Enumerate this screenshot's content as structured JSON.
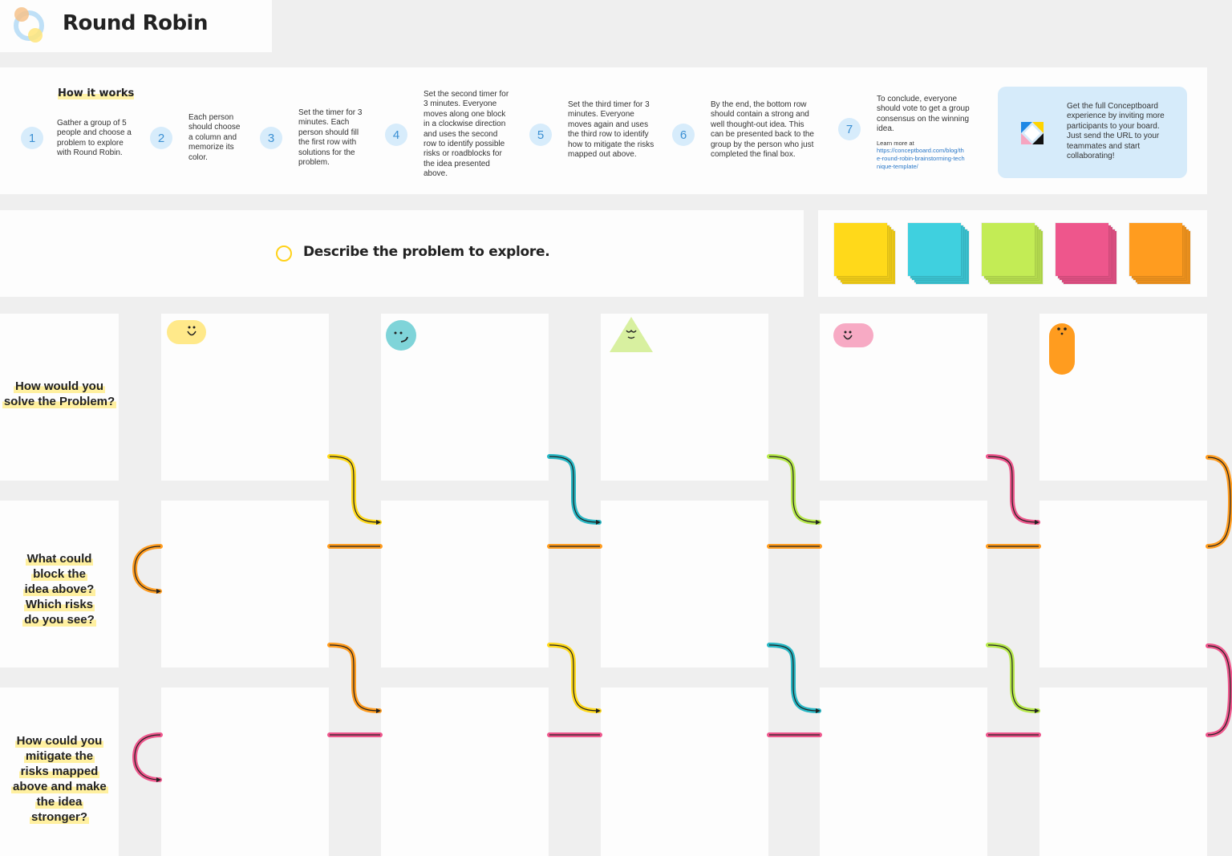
{
  "header": {
    "title": "Round Robin"
  },
  "how_it_works": {
    "title": "How it works",
    "steps": [
      {
        "num": "1",
        "text": "Gather a group of 5 people and choose a problem to explore with Round Robin."
      },
      {
        "num": "2",
        "text": "Each person should choose a column and memorize its color."
      },
      {
        "num": "3",
        "text": "Set the timer for 3 minutes. Each person should fill the first row with solutions for the problem."
      },
      {
        "num": "4",
        "text": "Set the second timer for 3 minutes. Everyone moves along one block in a clockwise direction and uses the second row to identify possible risks or roadblocks for the idea presented above."
      },
      {
        "num": "5",
        "text": "Set the third timer for 3 minutes. Everyone moves again and uses the third row to identify how to mitigate the risks mapped out above."
      },
      {
        "num": "6",
        "text": "By the end, the bottom row should contain a strong and well thought-out idea. This can be presented back to the group by the person who just completed the final box."
      },
      {
        "num": "7",
        "text": "To conclude, everyone should vote to get a group consensus on the winning idea."
      }
    ],
    "learn_more_label": "Learn more at",
    "learn_more_url": "https://conceptboard.com/blog/the-round-robin-brainstorming-technique-template/",
    "cta_text": "Get the full Conceptboard experience by inviting more participants to your board. Just send the URL to your teammates and start collaborating!"
  },
  "problem_prompt": "Describe the problem to explore.",
  "sticky_colors": [
    "#ffd91a",
    "#3fd0df",
    "#c3ec55",
    "#ee568c",
    "#ff9c1f"
  ],
  "rows": [
    {
      "question": "How would you solve the Problem?"
    },
    {
      "question": "What could block the idea above? Which risks do you see?"
    },
    {
      "question": "How could you mitigate the risks mapped above and make the idea stronger?"
    }
  ],
  "columns": [
    {
      "color": "#ffe98a",
      "avatar": "yellow-pill-avatar-icon"
    },
    {
      "color": "#7fd4d9",
      "avatar": "teal-circle-avatar-icon"
    },
    {
      "color": "#d8f0a0",
      "avatar": "green-triangle-avatar-icon"
    },
    {
      "color": "#f7aac4",
      "avatar": "pink-pill-avatar-icon"
    },
    {
      "color": "#ff9c1f",
      "avatar": "orange-capsule-avatar-icon"
    }
  ]
}
